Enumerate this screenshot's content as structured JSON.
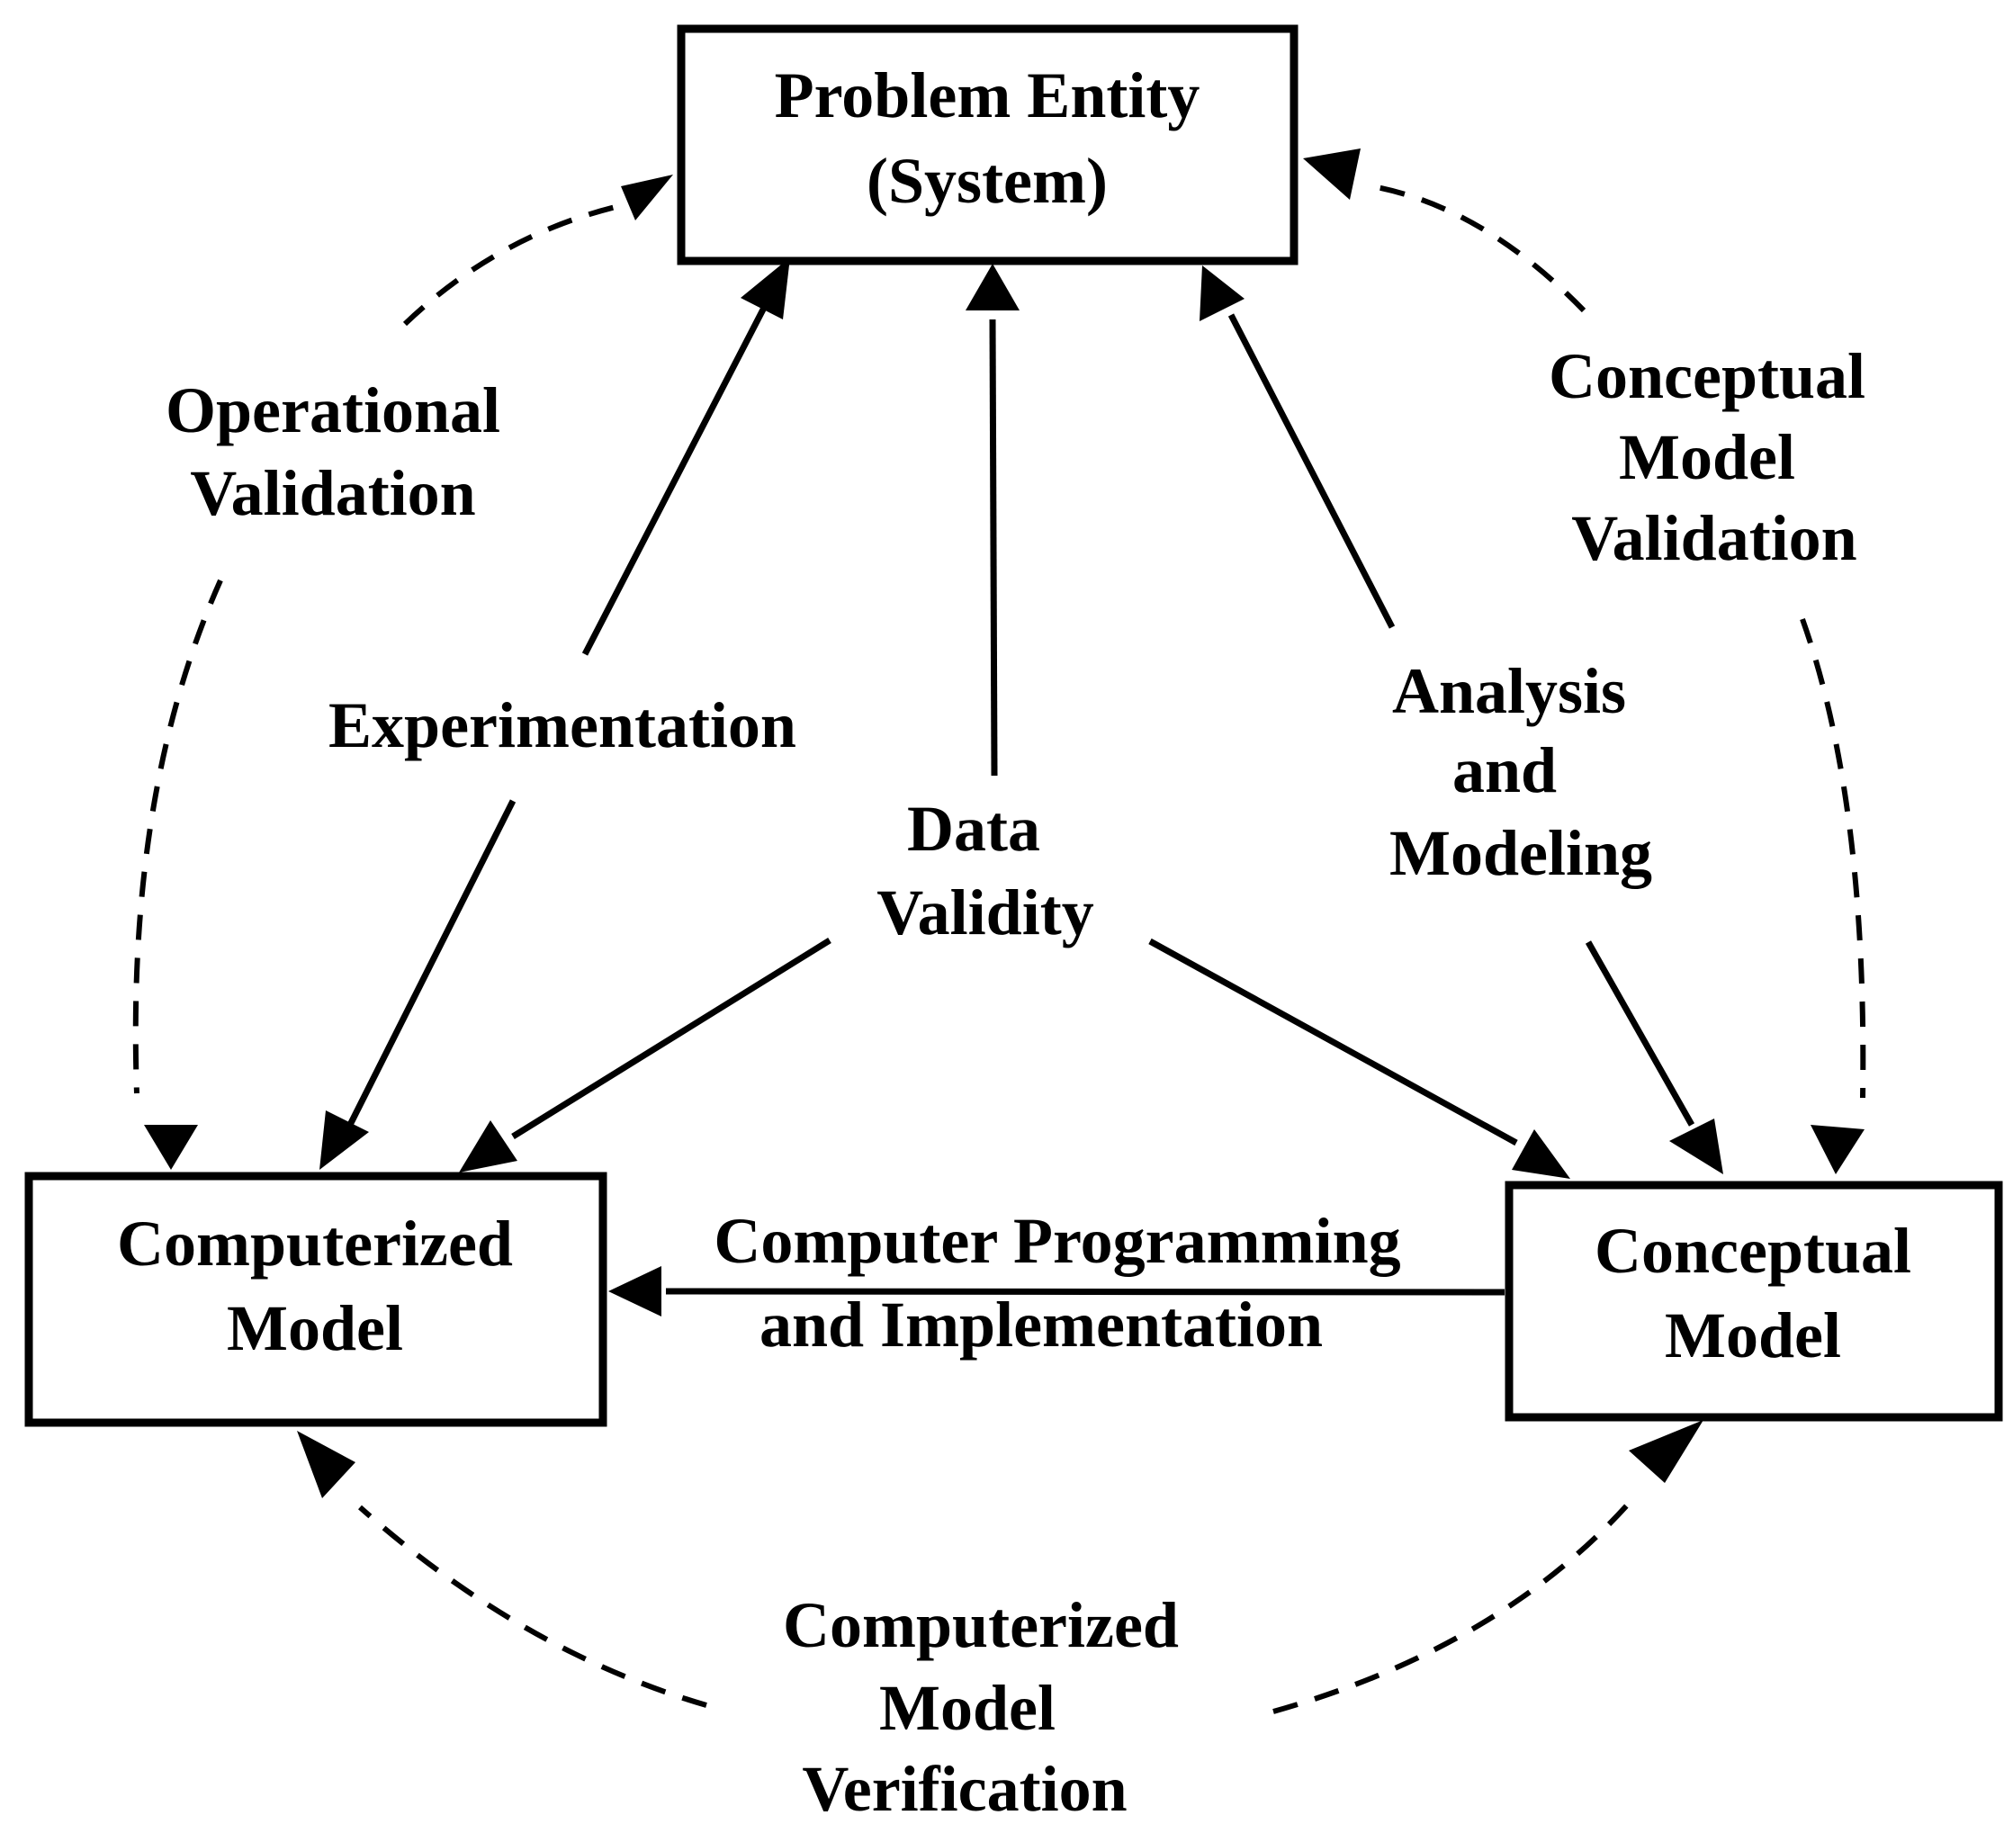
{
  "nodes": {
    "problem_entity": {
      "line1": "Problem Entity",
      "line2": "(System)"
    },
    "computerized_model": {
      "line1": "Computerized",
      "line2": "Model"
    },
    "conceptual_model": {
      "line1": "Conceptual",
      "line2": "Model"
    }
  },
  "edges": {
    "operational_validation": {
      "line1": "Operational",
      "line2": "Validation",
      "style": "dashed"
    },
    "conceptual_model_validation": {
      "line1": "Conceptual",
      "line2": "Model",
      "line3": "Validation",
      "style": "dashed"
    },
    "experimentation": {
      "line1": "Experimentation",
      "style": "solid"
    },
    "data_validity": {
      "line1": "Data",
      "line2": "Validity",
      "style": "solid"
    },
    "analysis_and_modeling": {
      "line1": "Analysis",
      "line2": "and",
      "line3": "Modeling",
      "style": "solid"
    },
    "computer_programming": {
      "line1": "Computer Programming",
      "line2": "and Implementation",
      "style": "solid"
    },
    "computerized_model_verification": {
      "line1": "Computerized",
      "line2": "Model",
      "line3": "Verification",
      "style": "dashed"
    }
  }
}
